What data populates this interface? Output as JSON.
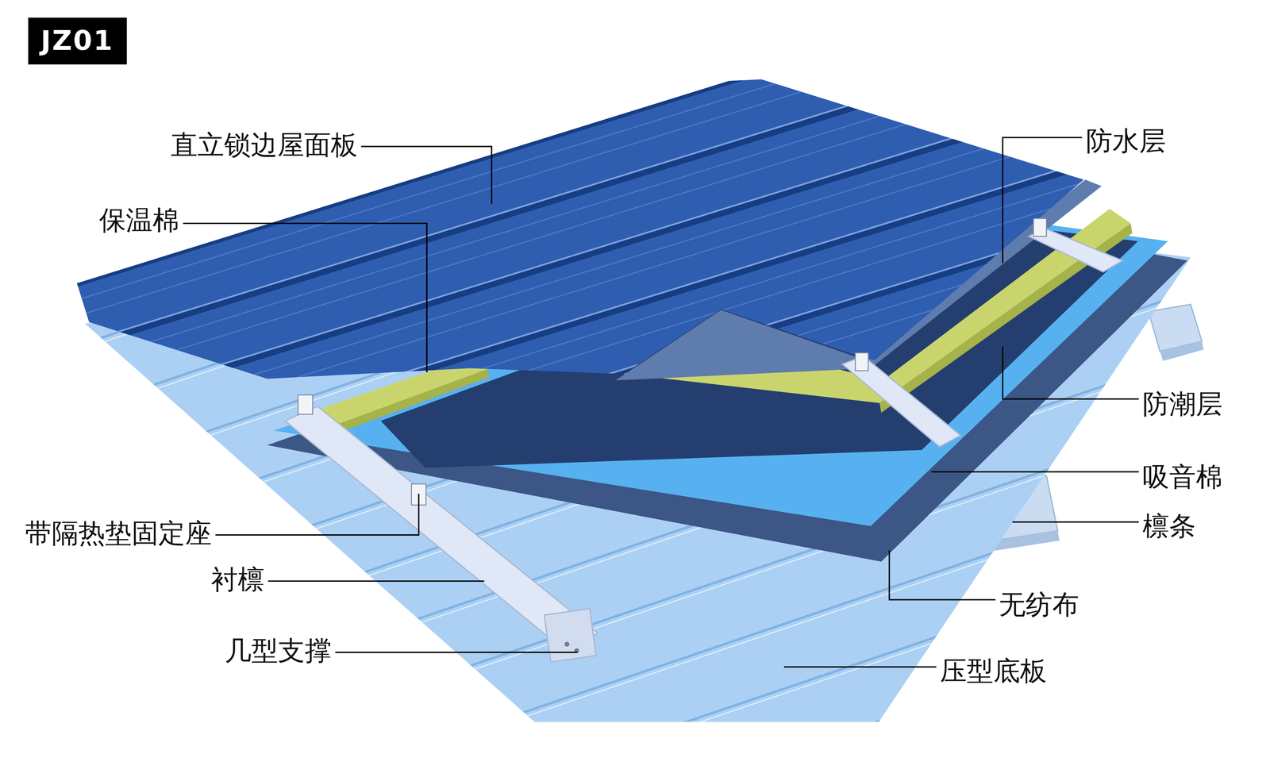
{
  "diagram": {
    "nodes": [
      {
        "text": [
          "JZ01"
        ]
      }
    ],
    "labels": [
      "直立锁边屋面板",
      "防水层",
      "保温棉",
      "防潮层",
      "吸音棉",
      "檩条",
      "带隔热垫固定座",
      "衬檩",
      "无纺布",
      "几型支撑",
      "压型底板"
    ]
  }
}
